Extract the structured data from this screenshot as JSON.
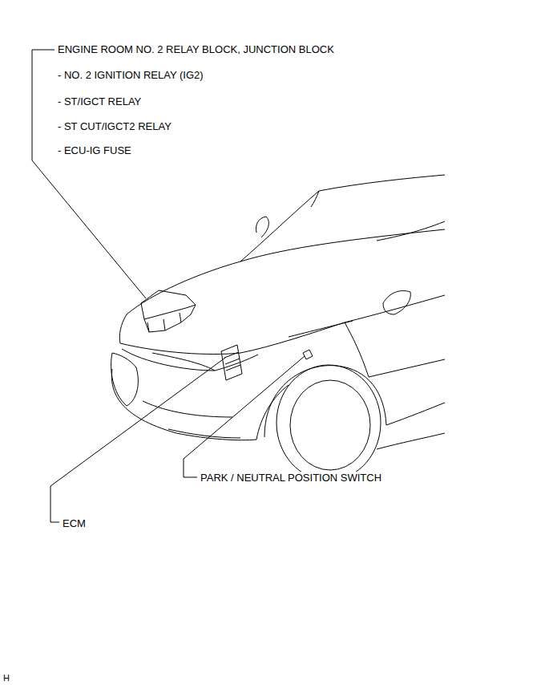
{
  "diagram": {
    "labels": [
      "ENGINE ROOM NO. 2 RELAY BLOCK, JUNCTION BLOCK",
      "- NO. 2 IGNITION RELAY (IG2)",
      "- ST/IGCT RELAY",
      "- ST CUT/IGCT2 RELAY",
      "- ECU-IG FUSE",
      "PARK / NEUTRAL POSITION SWITCH",
      "ECM",
      "H"
    ]
  }
}
